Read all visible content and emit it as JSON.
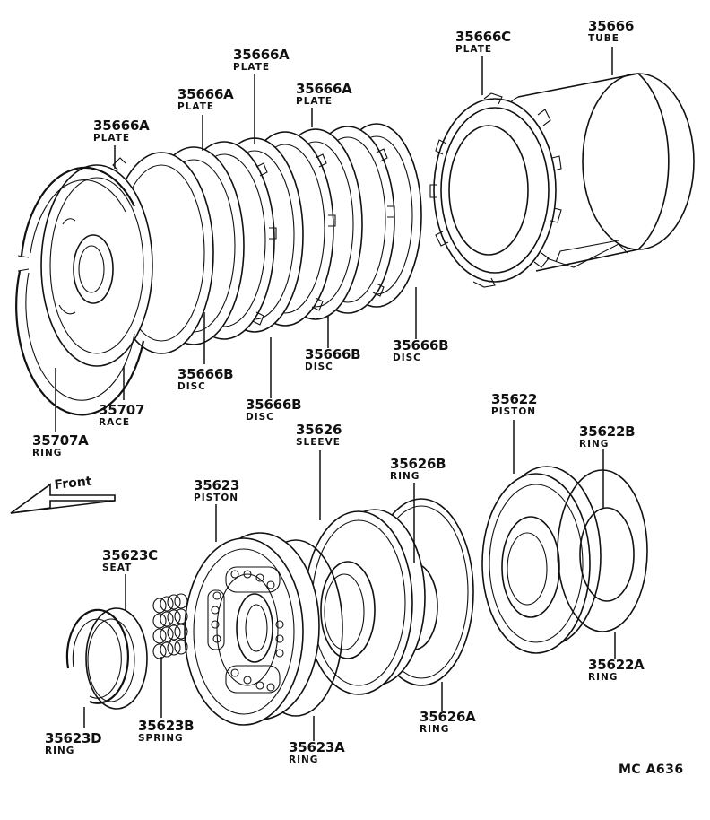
{
  "diagram_code": "MC  A636",
  "front_arrow": {
    "text": "Front"
  },
  "parts": {
    "p35666A_1": {
      "num": "35666A",
      "name": "PLATE"
    },
    "p35666A_2": {
      "num": "35666A",
      "name": "PLATE"
    },
    "p35666A_3": {
      "num": "35666A",
      "name": "PLATE"
    },
    "p35666A_4": {
      "num": "35666A",
      "name": "PLATE"
    },
    "p35666C": {
      "num": "35666C",
      "name": "PLATE"
    },
    "p35666": {
      "num": "35666",
      "name": "TUBE"
    },
    "p35666B_1": {
      "num": "35666B",
      "name": "DISC"
    },
    "p35666B_2": {
      "num": "35666B",
      "name": "DISC"
    },
    "p35666B_3": {
      "num": "35666B",
      "name": "DISC"
    },
    "p35666B_4": {
      "num": "35666B",
      "name": "DISC"
    },
    "p35707": {
      "num": "35707",
      "name": "RACE"
    },
    "p35707A": {
      "num": "35707A",
      "name": "RING"
    },
    "p35622": {
      "num": "35622",
      "name": "PISTON"
    },
    "p35622B": {
      "num": "35622B",
      "name": "RING"
    },
    "p35622A": {
      "num": "35622A",
      "name": "RING"
    },
    "p35626": {
      "num": "35626",
      "name": "SLEEVE"
    },
    "p35626B": {
      "num": "35626B",
      "name": "RING"
    },
    "p35626A": {
      "num": "35626A",
      "name": "RING"
    },
    "p35623": {
      "num": "35623",
      "name": "PISTON"
    },
    "p35623C": {
      "num": "35623C",
      "name": "SEAT"
    },
    "p35623D": {
      "num": "35623D",
      "name": "RING"
    },
    "p35623B": {
      "num": "35623B",
      "name": "SPRING"
    },
    "p35623A": {
      "num": "35623A",
      "name": "RING"
    }
  }
}
